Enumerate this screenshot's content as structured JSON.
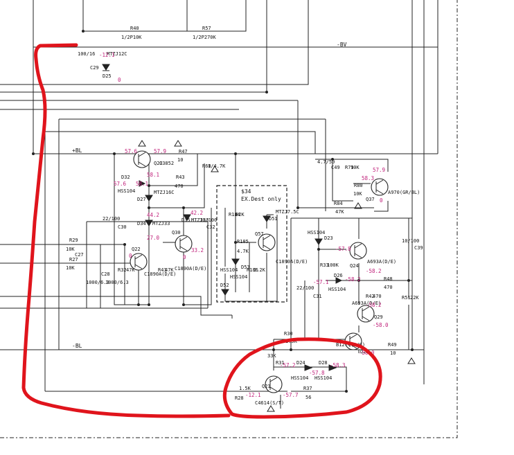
{
  "rails": {
    "neg_bv": "-BV",
    "pos_bl": "+BL",
    "neg_bl": "-BL"
  },
  "option_box": {
    "line1": "$34",
    "line2": "EX.Dest only"
  },
  "resistors": [
    {
      "name": "R40",
      "value": "1/2P10K"
    },
    {
      "name": "R57",
      "value": "1/2P270K"
    },
    {
      "name": "R47",
      "value": "10"
    },
    {
      "name": "R43",
      "value": "470"
    },
    {
      "name": "R60",
      "value": "1/4.7K"
    },
    {
      "name": "R29",
      "value": "10K"
    },
    {
      "name": "R27",
      "value": "10K"
    },
    {
      "name": "R32",
      "value": "47K"
    },
    {
      "name": "R41",
      "value": "47K"
    },
    {
      "name": "R184",
      "value": "82K"
    },
    {
      "name": "R185",
      "value": "4.7K"
    },
    {
      "name": "R186",
      "value": "2.2K"
    },
    {
      "name": "R84",
      "value": "47K"
    },
    {
      "name": "R80",
      "value": "10K"
    },
    {
      "name": "R79",
      "value": "10K"
    },
    {
      "name": "R33",
      "value": "100K"
    },
    {
      "name": "R48",
      "value": "470"
    },
    {
      "name": "R51",
      "value": "22K"
    },
    {
      "name": "R42",
      "value": "470"
    },
    {
      "name": "R30",
      "value": "1.5K"
    },
    {
      "name": "R49",
      "value": "10"
    },
    {
      "name": "R31",
      "value": "33K"
    },
    {
      "name": "R28",
      "value": "1.5K"
    },
    {
      "name": "R37",
      "value": "56"
    }
  ],
  "capacitors": [
    {
      "name": "C29",
      "value": "100/16"
    },
    {
      "name": "C30",
      "value": "22/100"
    },
    {
      "name": "C27",
      "value": "1000/6.3"
    },
    {
      "name": "C28",
      "value": "1000/6.3"
    },
    {
      "name": "C32",
      "value": "10/100"
    },
    {
      "name": "C49",
      "value": "4.7/50"
    },
    {
      "name": "C31",
      "value": "22/100"
    },
    {
      "name": "C39",
      "value": "10/100"
    }
  ],
  "transistors": [
    {
      "name": "Q23",
      "part": "C3852"
    },
    {
      "name": "Q22",
      "part": "C1890A(D/E)"
    },
    {
      "name": "Q30",
      "part": "C1890A(D/E)"
    },
    {
      "name": "Q57",
      "part": "C1890A(D/E)"
    },
    {
      "name": "Q37",
      "part": "A970(GR/BL)"
    },
    {
      "name": "Q24",
      "part": "A693A(D/E)"
    },
    {
      "name": "Q29",
      "part": "A693A(D/E)"
    },
    {
      "name": "Q25",
      "part": "B1274(R/S)"
    },
    {
      "name": "Q21",
      "part": "C4614(S/T)"
    }
  ],
  "diodes": [
    {
      "name": "D25",
      "part": "MTZJ12C"
    },
    {
      "name": "D32",
      "part": "HSS104"
    },
    {
      "name": "D27",
      "part": "MTZJ16C"
    },
    {
      "name": "D34",
      "part": "MTZJ33"
    },
    {
      "name": "D35",
      "part": "MTZJ33"
    },
    {
      "name": "D51",
      "part": "MTZJ7.5C"
    },
    {
      "name": "D52",
      "part": "HSS104"
    },
    {
      "name": "D53",
      "part": "HSS104"
    },
    {
      "name": "D23",
      "part": "HSS104"
    },
    {
      "name": "D26",
      "part": "HSS104"
    },
    {
      "name": "D24",
      "part": "HSS104"
    },
    {
      "name": "D28",
      "part": "HSS104"
    }
  ],
  "voltages": [
    "-12.1",
    "0",
    "57.6",
    "57.9",
    "58.1",
    "57.6",
    "58.1",
    "44.2",
    "42.2",
    "27.0",
    "33.2",
    "0",
    "0",
    "-57.8",
    "-57.1",
    "-58.2",
    "-58.2",
    "-58.2",
    "-58.0",
    "-58.0",
    "57.9",
    "58.3",
    "0",
    "-57.2",
    "-57.8",
    "-58.3",
    "-12.1",
    "-57.7"
  ]
}
